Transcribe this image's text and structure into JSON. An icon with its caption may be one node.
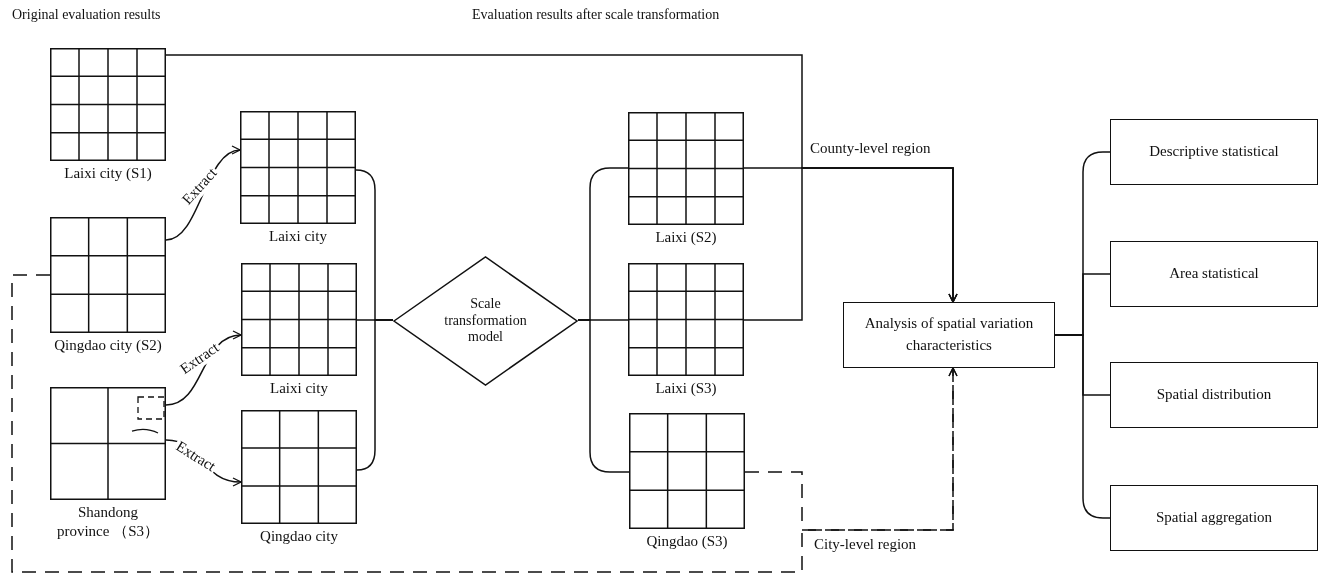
{
  "diagram": {
    "nodes": [
      {
        "text": [
          "Laixi city (S1)"
        ]
      },
      {
        "text": [
          "Qingdao city (S2)"
        ]
      },
      {
        "text": [
          "Shandong province （S3）"
        ]
      },
      {
        "text": [
          "Laixi city"
        ]
      },
      {
        "text": [
          "Laixi city"
        ]
      },
      {
        "text": [
          "Qingdao city"
        ]
      },
      {
        "text": [
          "Scale transformation model"
        ]
      },
      {
        "text": [
          "Laixi (S2)"
        ]
      },
      {
        "text": [
          "Laixi (S3)"
        ]
      },
      {
        "text": [
          "Qingdao (S3)"
        ]
      },
      {
        "text": [
          "Analysis of spatial variation characteristics"
        ]
      },
      {
        "text": [
          "Descriptive statistical"
        ]
      },
      {
        "text": [
          "Area statistical"
        ]
      },
      {
        "text": [
          "Spatial distribution"
        ]
      },
      {
        "text": [
          "Spatial aggregation"
        ]
      }
    ],
    "edges": [
      {
        "from": 1,
        "to": 3,
        "arrow": "to",
        "label": "Extract"
      },
      {
        "from": 2,
        "to": 4,
        "arrow": "to",
        "label": "Extract"
      },
      {
        "from": 2,
        "to": 5,
        "arrow": "to",
        "label": "Extract"
      },
      {
        "from": 3,
        "to": 6,
        "arrow": "none"
      },
      {
        "from": 4,
        "to": 6,
        "arrow": "none"
      },
      {
        "from": 5,
        "to": 6,
        "arrow": "none"
      },
      {
        "from": 6,
        "to": 7,
        "arrow": "none"
      },
      {
        "from": 6,
        "to": 8,
        "arrow": "none"
      },
      {
        "from": 6,
        "to": 9,
        "arrow": "none"
      },
      {
        "from": 7,
        "to": 10,
        "arrow": "to",
        "label": "County-level region"
      },
      {
        "from": 0,
        "to": 10,
        "arrow": "to"
      },
      {
        "from": 8,
        "to": 10,
        "arrow": "to"
      },
      {
        "from": 9,
        "to": 10,
        "arrow": "to",
        "style": "dashed",
        "label": "City-level region"
      },
      {
        "from": 1,
        "to": 10,
        "arrow": "to",
        "style": "dashed"
      },
      {
        "from": 10,
        "to": 11,
        "arrow": "none"
      },
      {
        "from": 10,
        "to": 12,
        "arrow": "none"
      },
      {
        "from": 10,
        "to": 13,
        "arrow": "none"
      },
      {
        "from": 10,
        "to": 14,
        "arrow": "none"
      }
    ],
    "labels": [
      "Original evaluation results",
      "Evaluation results after scale transformation"
    ]
  }
}
